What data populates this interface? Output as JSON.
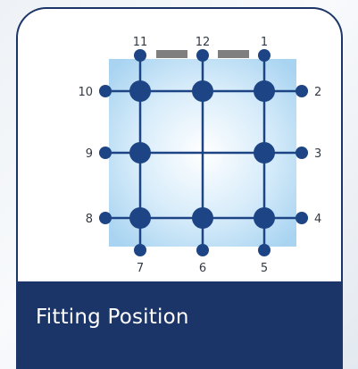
{
  "title": "Fitting Position",
  "position_labels": {
    "p1": "1",
    "p2": "2",
    "p3": "3",
    "p4": "4",
    "p5": "5",
    "p6": "6",
    "p7": "7",
    "p8": "8",
    "p9": "9",
    "p10": "10",
    "p11": "11",
    "p12": "12"
  },
  "colors": {
    "navy": "#1c3568",
    "node": "#1d4585",
    "panel": "#b7dcf4",
    "tab": "#7f7f7f"
  }
}
